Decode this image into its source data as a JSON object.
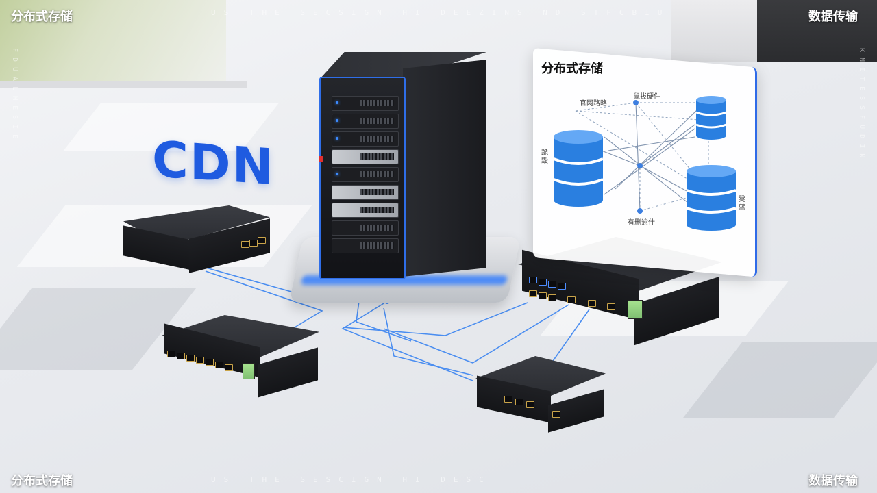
{
  "corner_labels": {
    "top_left": "分布式存储",
    "top_right": "数据传输",
    "bottom_left": "分布式存储",
    "bottom_right": "数据传输"
  },
  "watermark": {
    "top": "US THE SECSIGN HI DEEZINS ND STFCBIU",
    "bottom": "US THE SESCIGN HI DESC",
    "left": "FDUALMESIE",
    "right": "KNITESSFUDIN"
  },
  "headline": "CDN",
  "panel": {
    "title": "分布式存储",
    "labels": [
      "官网路略",
      "鼠拔硬件",
      "跪 毁",
      "有删逾什",
      "凳 蓝"
    ]
  },
  "colors": {
    "accent": "#1f5be0",
    "glow": "#2f7bff",
    "link_line": "#4a8df0",
    "db_blue": "#2a7fe0"
  }
}
